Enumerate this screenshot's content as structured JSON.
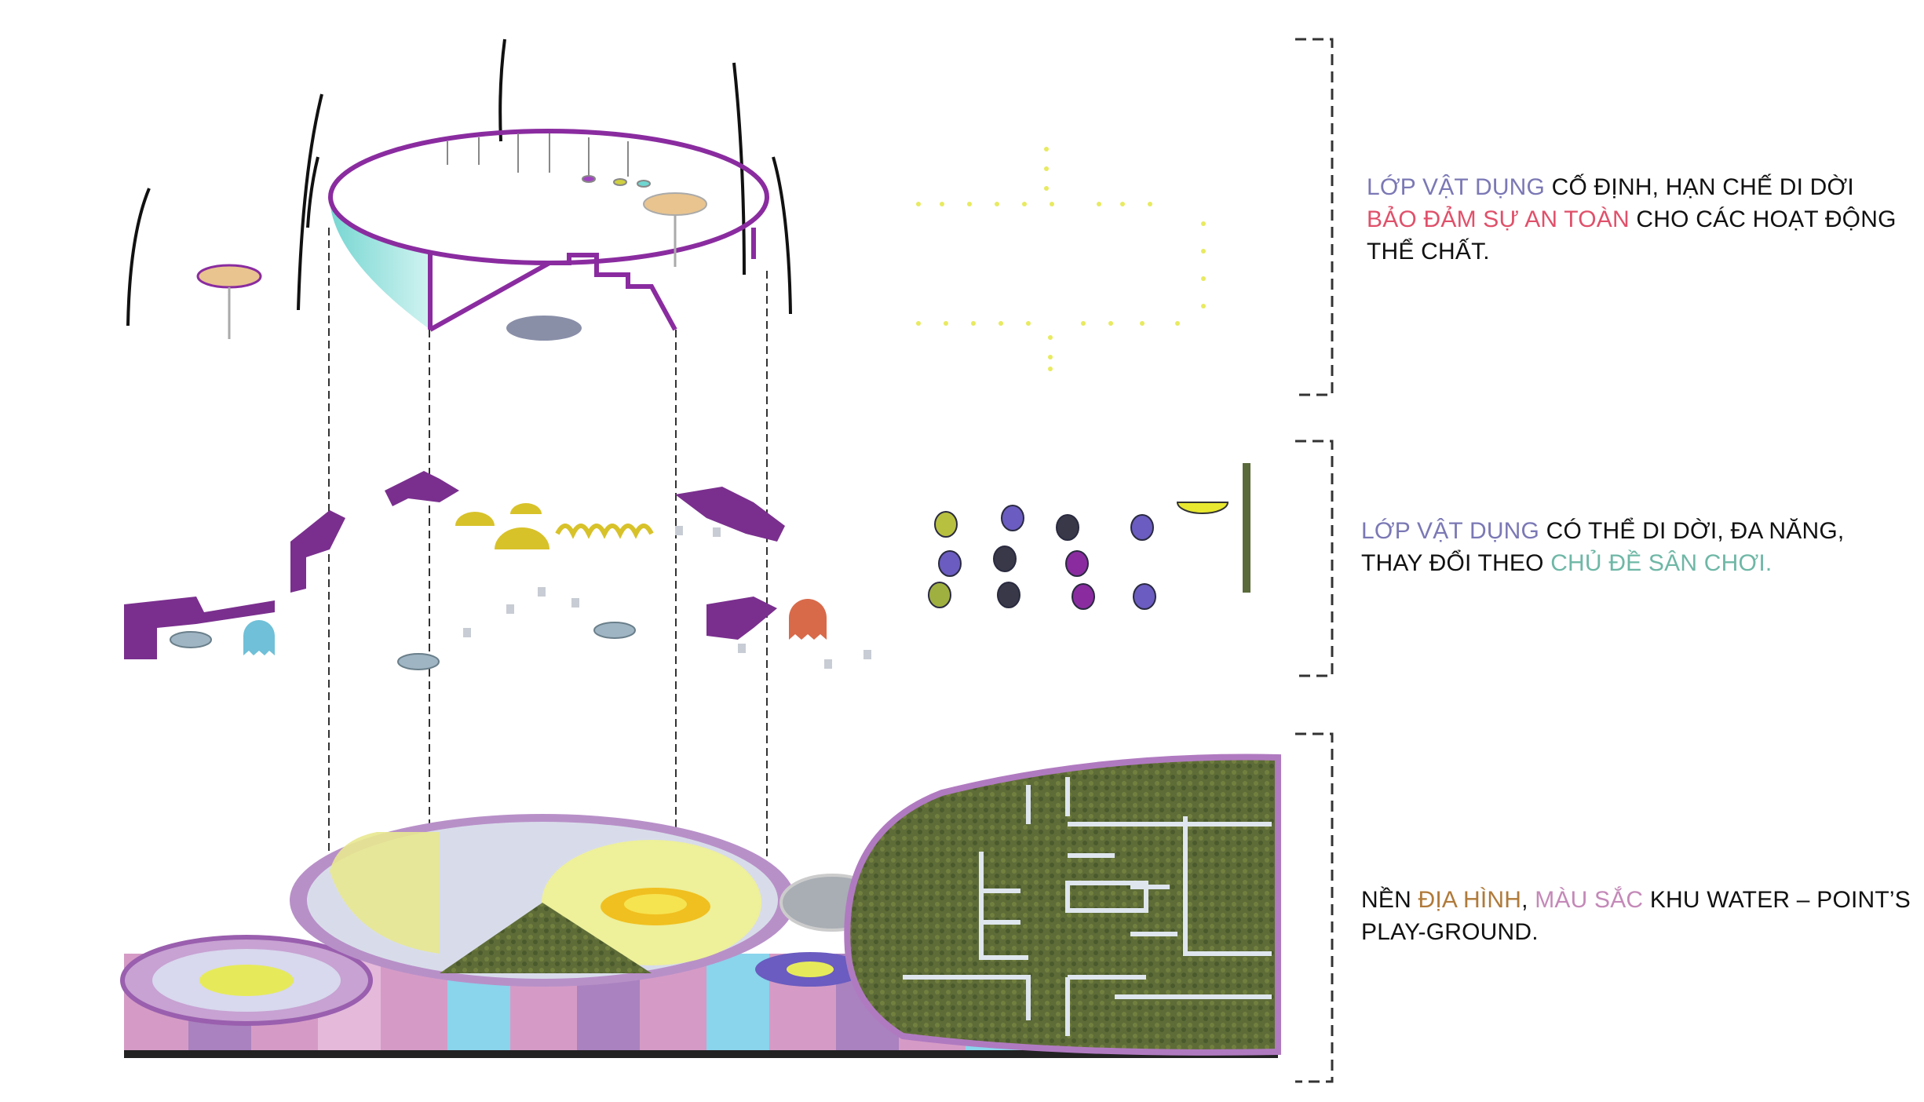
{
  "layers": [
    {
      "name": "fixed-equipment-layer",
      "caption": [
        {
          "text": "LỚP VẬT DỤNG",
          "color": "#7b78b5"
        },
        {
          "text": " CỐ ĐỊNH, HẠN CHẾ DI DỜI ",
          "color": "#111111"
        },
        {
          "text": "BẢO ĐẢM SỰ AN TOÀN",
          "color": "#e0506a"
        },
        {
          "text": " CHO CÁC HOẠT ĐỘNG THỂ CHẤT.",
          "color": "#111111"
        }
      ]
    },
    {
      "name": "movable-equipment-layer",
      "caption": [
        {
          "text": "LỚP VẬT DỤNG",
          "color": "#7b78b5"
        },
        {
          "text": " CÓ THỂ DI DỜI, ĐA NĂNG, THAY ĐỔI THEO ",
          "color": "#111111"
        },
        {
          "text": "CHỦ ĐỀ SÂN CHƠI.",
          "color": "#6fb7a6"
        }
      ]
    },
    {
      "name": "ground-layer",
      "caption": [
        {
          "text": "NỀN ",
          "color": "#111111"
        },
        {
          "text": "ĐỊA HÌNH",
          "color": "#b07a3a"
        },
        {
          "text": ", ",
          "color": "#111111"
        },
        {
          "text": "MÀU SẮC",
          "color": "#c489b8"
        },
        {
          "text": " KHU WATER – POINT’S PLAY-GROUND.",
          "color": "#111111"
        }
      ]
    }
  ],
  "colors": {
    "purple": "#7d2a8f",
    "teal": "#6fd6d0",
    "yellow": "#e8d830",
    "grass": "#5b6a35",
    "stripe_pink": "#d59bc6",
    "stripe_blue": "#8ad4ec",
    "stripe_violet": "#a982bf"
  }
}
